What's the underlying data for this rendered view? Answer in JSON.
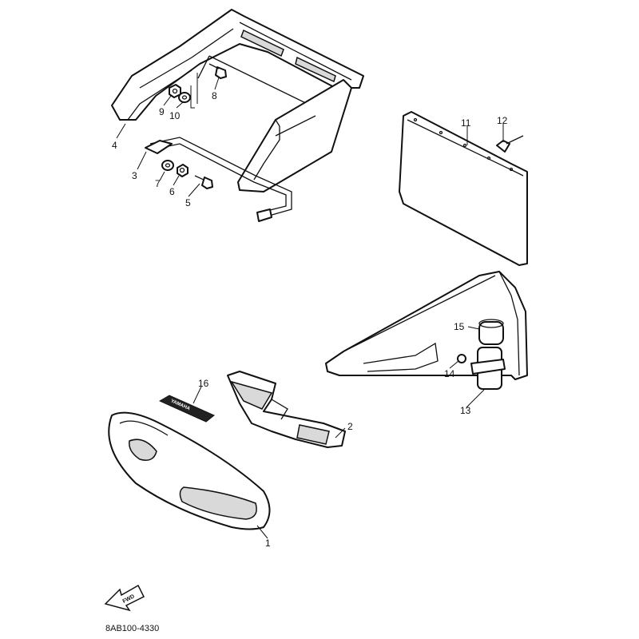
{
  "callouts": [
    {
      "id": "1",
      "label": "1"
    },
    {
      "id": "2",
      "label": "2"
    },
    {
      "id": "3",
      "label": "3"
    },
    {
      "id": "4",
      "label": "4"
    },
    {
      "id": "5",
      "label": "5"
    },
    {
      "id": "6",
      "label": "6"
    },
    {
      "id": "7",
      "label": "7"
    },
    {
      "id": "8",
      "label": "8"
    },
    {
      "id": "9",
      "label": "9"
    },
    {
      "id": "10",
      "label": "10"
    },
    {
      "id": "11",
      "label": "11"
    },
    {
      "id": "12",
      "label": "12"
    },
    {
      "id": "13",
      "label": "13"
    },
    {
      "id": "14",
      "label": "14"
    },
    {
      "id": "15",
      "label": "15"
    },
    {
      "id": "16",
      "label": "16"
    }
  ],
  "emblem_text": "YAMAHA",
  "fwd_text": "FWD",
  "diagram_code": "8AB100-4330"
}
